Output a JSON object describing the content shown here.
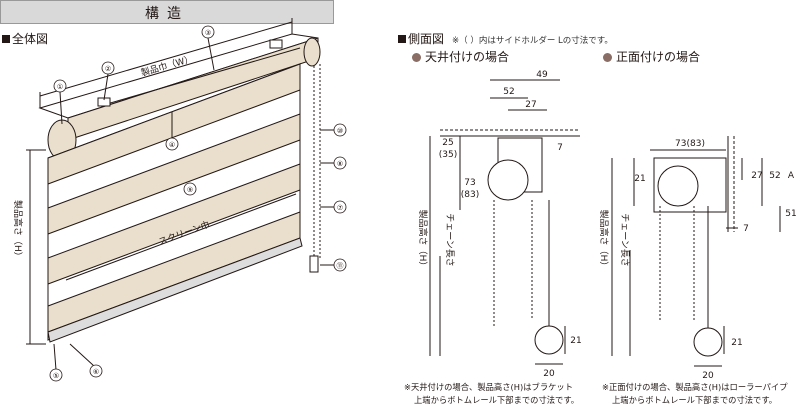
{
  "header": {
    "title": "構造"
  },
  "overview": {
    "title": "全体図",
    "labels": {
      "width": "製品巾（W）",
      "height": "製品高さ（H）",
      "screen_width": "スクリーン巾"
    },
    "callouts": [
      "①",
      "②",
      "③",
      "④",
      "⑤",
      "⑥",
      "⑦",
      "⑧",
      "⑨",
      "⑩",
      "⑪"
    ]
  },
  "side": {
    "title": "側面図",
    "note": "※（ ）内はサイドホルダー Lの寸法です。",
    "ceiling": {
      "title": "天井付けの場合"
    },
    "front": {
      "title": "正面付けの場合"
    },
    "dims": {
      "d49": "49",
      "d52": "52",
      "d27": "27",
      "d7a": "7",
      "d25": "25",
      "d35": "(35)",
      "d73": "73",
      "d83": "(83)",
      "d21a": "21",
      "d20a": "20",
      "d7383": "73(83)",
      "d21b": "21",
      "d27b": "27",
      "d52b": "52",
      "dA": "A",
      "d51": "51",
      "d7b": "7",
      "d21c": "21",
      "d20b": "20"
    },
    "vertical_labels": {
      "product_height": "製品高さ（H）",
      "chain_length": "チェーン長さ"
    }
  },
  "notes": {
    "ceiling_1": "※天井付けの場合、製品高さ(H)はブラケット",
    "ceiling_2": "上端からボトムレール下部までの寸法です。",
    "front_1": "※正面付けの場合、製品高さ(H)はローラーパイプ",
    "front_2": "上端からボトムレール下部までの寸法です。"
  },
  "colors": {
    "fabric": "#e9dfcc",
    "sheer": "#ffffff",
    "line": "#231815",
    "header_bg": "#d9d9d9"
  }
}
